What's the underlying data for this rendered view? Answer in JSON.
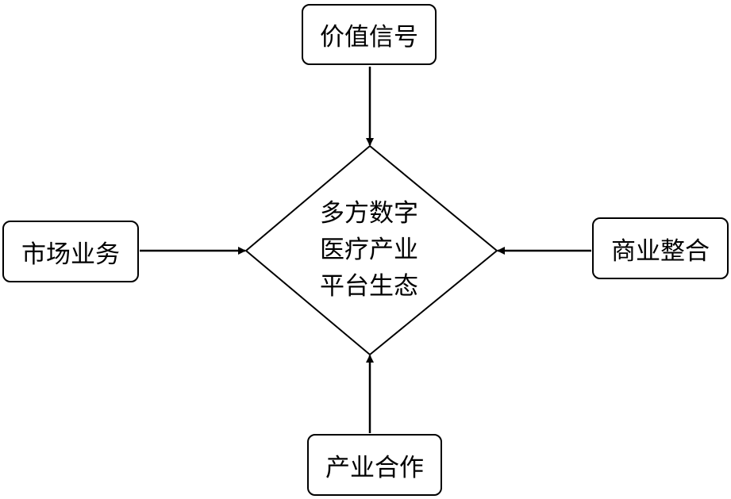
{
  "diagram": {
    "center": {
      "line1": "多方数字",
      "line2": "医疗产业",
      "line3": "平台生态"
    },
    "inputs": {
      "top": "价值信号",
      "left": "市场业务",
      "right": "商业整合",
      "bottom": "产业合作"
    }
  }
}
